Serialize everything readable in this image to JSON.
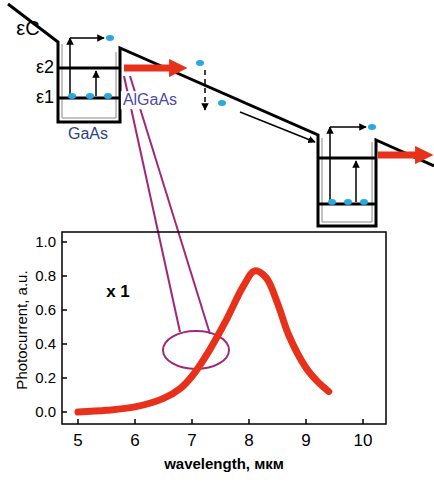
{
  "diagram": {
    "labels": [
      "εC",
      "ε2",
      "ε1",
      "GaAs",
      "AlGaAs",
      "x 1",
      "Photocurrent, a.u.",
      "wavelength, мкм",
      "1.0",
      "0.8",
      "0.6",
      "0.4",
      "0.2",
      "0.0",
      "5",
      "6",
      "7",
      "8",
      "9",
      "10"
    ]
  }
}
